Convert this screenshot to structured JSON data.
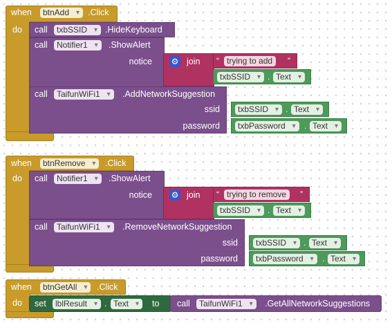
{
  "kw": {
    "when": "when",
    "do": "do",
    "call": "call",
    "set": "set",
    "to": "to",
    "join": "join",
    "dot": "."
  },
  "blocks": [
    {
      "component": "btnAdd",
      "event": ".Click",
      "stmt1": {
        "component": "txbSSID",
        "method": ".HideKeyboard"
      },
      "stmt2": {
        "component": "Notifier1",
        "method": ".ShowAlert",
        "arg": "notice",
        "text": "trying to add",
        "join_component": "txbSSID",
        "join_property": "Text"
      },
      "stmt3": {
        "component": "TaifunWiFi1",
        "method": ".AddNetworkSuggestion",
        "args": [
          {
            "name": "ssid",
            "component": "txbSSID",
            "property": "Text"
          },
          {
            "name": "password",
            "component": "txbPassword",
            "property": "Text"
          }
        ]
      }
    },
    {
      "component": "btnRemove",
      "event": ".Click",
      "stmt1": {
        "component": "Notifier1",
        "method": ".ShowAlert",
        "arg": "notice",
        "text": "trying to remove",
        "join_component": "txbSSID",
        "join_property": "Text"
      },
      "stmt2": {
        "component": "TaifunWiFi1",
        "method": ".RemoveNetworkSuggestion",
        "args": [
          {
            "name": "ssid",
            "component": "txbSSID",
            "property": "Text"
          },
          {
            "name": "password",
            "component": "txbPassword",
            "property": "Text"
          }
        ]
      }
    },
    {
      "component": "btnGetAll",
      "event": ".Click",
      "set": {
        "component": "lblResult",
        "property": "Text"
      },
      "call": {
        "component": "TaifunWiFi1",
        "method": ".GetAllNetworkSuggestions"
      }
    }
  ]
}
